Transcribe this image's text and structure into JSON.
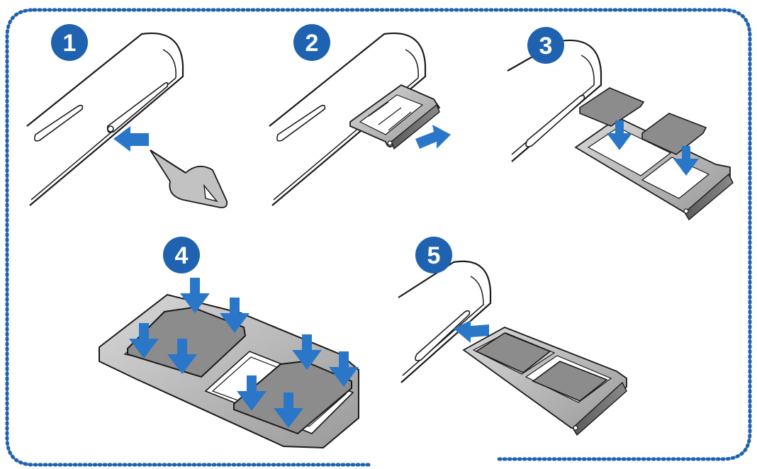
{
  "steps": [
    {
      "number": "1"
    },
    {
      "number": "2"
    },
    {
      "number": "3"
    },
    {
      "number": "4"
    },
    {
      "number": "5"
    }
  ],
  "colors": {
    "badge": "#1f62b0",
    "arrow": "#2a77c9",
    "border": "#1f62b0",
    "outline": "#1a1a1a",
    "sim_card": "#8c8c8c",
    "tray_metal": "#c9c9c9",
    "tray_dark": "#6e6e6e"
  }
}
